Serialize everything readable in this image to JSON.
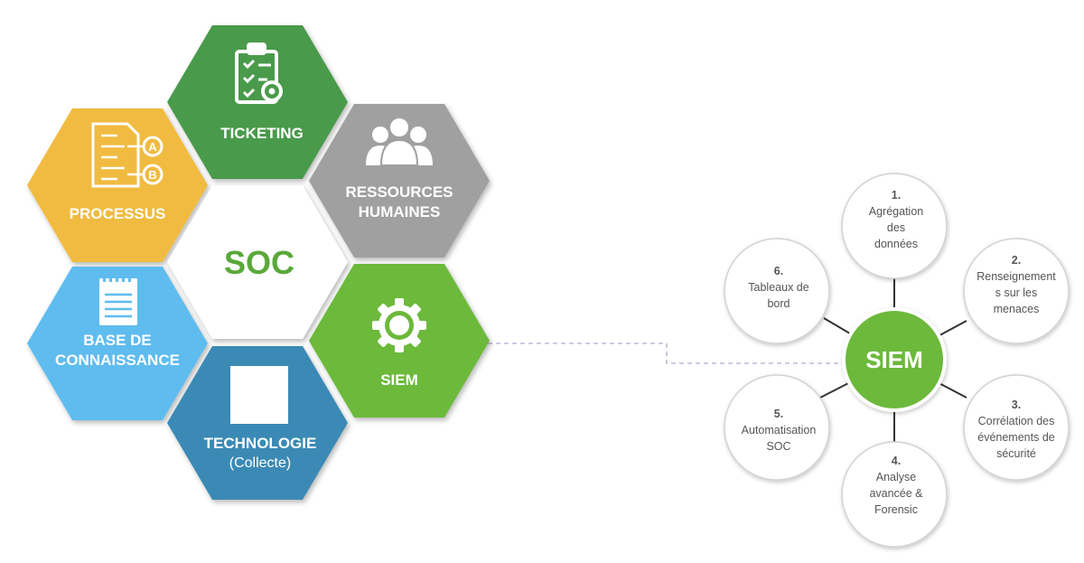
{
  "soc_diagram": {
    "center": {
      "label": "SOC",
      "color": "#5aa83a"
    },
    "hexagons": [
      {
        "id": "ticketing",
        "label": "TICKETING",
        "color": "#4a9a4c",
        "icon": "clipboard-gear-icon"
      },
      {
        "id": "processus",
        "label": "PROCESSUS",
        "color": "#f0bb3f",
        "icon": "process-document-icon"
      },
      {
        "id": "ressources",
        "label_line1": "RESSOURCES",
        "label_line2": "HUMAINES",
        "color": "#a0a0a0",
        "icon": "people-group-icon"
      },
      {
        "id": "base",
        "label_line1": "BASE DE",
        "label_line2": "CONNAISSANCE",
        "color": "#5ebcef",
        "icon": "notepad-icon"
      },
      {
        "id": "siem",
        "label": "SIEM",
        "color": "#6cb93a",
        "icon": "gear-icon"
      },
      {
        "id": "technologie",
        "label_line1": "TECHNOLOGIE",
        "label_line2": "(Collecte)",
        "color": "#3a8ab5",
        "icon": "blank-square-icon"
      }
    ]
  },
  "siem_diagram": {
    "center": {
      "label": "SIEM",
      "color": "#6cb93a"
    },
    "nodes": [
      {
        "num": "1.",
        "lines": [
          "Agrégation",
          "des",
          "données"
        ]
      },
      {
        "num": "2.",
        "lines": [
          "Renseignement",
          "s sur les",
          "menaces"
        ]
      },
      {
        "num": "3.",
        "lines": [
          "Corrélation des",
          "événements de",
          "sécurité"
        ]
      },
      {
        "num": "4.",
        "lines": [
          "Analyse",
          "avancée &",
          "Forensic"
        ]
      },
      {
        "num": "5.",
        "lines": [
          "Automatisation",
          "SOC"
        ]
      },
      {
        "num": "6.",
        "lines": [
          "Tableaux de",
          "bord"
        ]
      }
    ]
  }
}
